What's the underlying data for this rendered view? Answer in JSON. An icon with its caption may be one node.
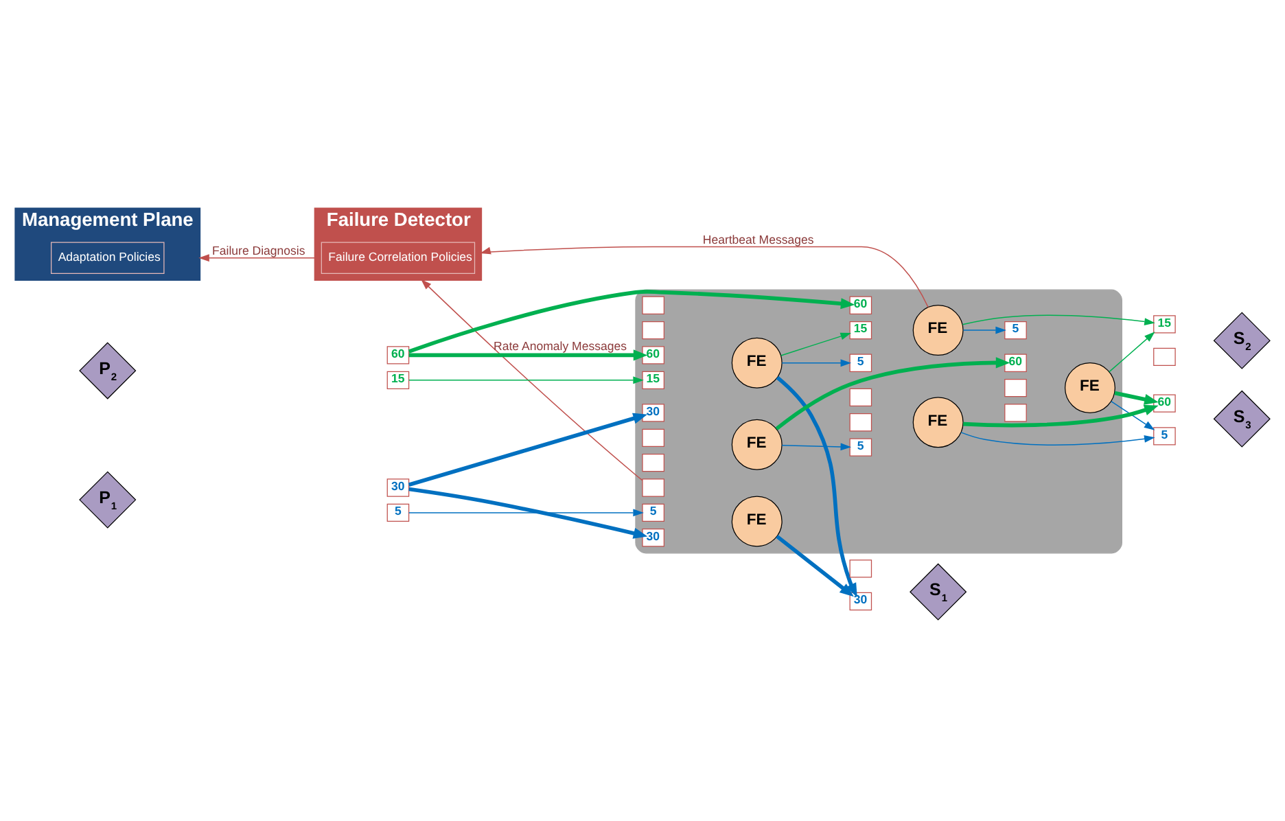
{
  "diagram": {
    "nodes": [
      {
        "text": [
          "Management Plane"
        ]
      },
      {
        "text": [
          "Adaptation Policies"
        ],
        "in": 0
      },
      {
        "text": [
          "Failure Detector"
        ]
      },
      {
        "text": [
          "Failure Correlation Policies"
        ],
        "in": 2
      },
      {
        "text": [
          "P$_{1}$"
        ]
      },
      {
        "text": [
          "30"
        ]
      },
      {
        "text": [
          "5"
        ]
      },
      {
        "text": [
          "P$_{2}$"
        ]
      },
      {
        "text": [
          "15"
        ]
      },
      {
        "text": [
          "60"
        ]
      },
      {
        "text": [],
        "shape": "cloud"
      },
      {
        "text": [
          "FE"
        ],
        "in": 10
      },
      {
        "text": [],
        "shape": "box",
        "in": 10
      },
      {
        "text": [
          "30"
        ],
        "in": 10
      },
      {
        "text": [
          "FE"
        ],
        "in": 10
      },
      {
        "text": [],
        "shape": "box",
        "in": 10
      },
      {
        "text": [
          "30"
        ],
        "in": 10
      },
      {
        "text": [
          "15"
        ],
        "in": 10
      },
      {
        "text": [],
        "shape": "box",
        "in": 10
      },
      {
        "text": [
          "FE"
        ],
        "in": 10
      },
      {
        "text": [
          "15"
        ],
        "in": 10
      },
      {
        "text": [
          "5"
        ],
        "in": 10
      },
      {
        "text": [
          "FE"
        ],
        "in": 10
      },
      {
        "text": [],
        "shape": "box",
        "in": 10
      },
      {
        "text": [
          "5"
        ],
        "in": 10
      },
      {
        "text": [
          "60"
        ],
        "in": 10
      },
      {
        "text": [],
        "shape": "box",
        "in": 10
      },
      {
        "text": [
          "FE"
        ],
        "in": 10
      },
      {
        "text": [],
        "shape": "box",
        "in": 10
      },
      {
        "text": [
          "5"
        ],
        "in": 10
      },
      {
        "text": [
          "60"
        ],
        "in": 10
      },
      {
        "text": [],
        "shape": "box",
        "in": 10
      },
      {
        "text": [
          "FE"
        ],
        "in": 10
      },
      {
        "text": [],
        "shape": "box",
        "in": 10
      },
      {
        "text": [
          "5"
        ],
        "in": 10
      },
      {
        "text": [
          "60"
        ],
        "in": 10
      },
      {
        "text": [],
        "shape": "box",
        "in": 10
      },
      {
        "text": [
          "S$_{1}$"
        ]
      },
      {
        "text": [],
        "shape": "box"
      },
      {
        "text": [
          "30"
        ]
      },
      {
        "text": [
          "S$_{2}$"
        ]
      },
      {
        "text": [
          "15"
        ]
      },
      {
        "text": [],
        "shape": "box"
      },
      {
        "text": [
          "S$_{3}$"
        ]
      },
      {
        "text": [
          "60"
        ]
      },
      {
        "text": [
          "5"
        ]
      }
    ],
    "edges": [
      {
        "from": 5,
        "to": 13,
        "arrow": "to",
        "style": "thick",
        "color": "#0070c0"
      },
      {
        "from": 5,
        "to": 16,
        "arrow": "to",
        "style": "thick",
        "color": "#0070c0"
      },
      {
        "from": 6,
        "to": 24,
        "arrow": "to",
        "color": "#0070c0"
      },
      {
        "from": 8,
        "to": 17,
        "arrow": "to",
        "color": "#00b050"
      },
      {
        "from": 9,
        "to": 25,
        "arrow": "to",
        "style": "thick",
        "color": "#00b050"
      },
      {
        "from": 9,
        "to": 35,
        "arrow": "to",
        "style": "thick",
        "color": "#00b050"
      },
      {
        "from": 11,
        "to": 39,
        "arrow": "to",
        "style": "thick",
        "color": "#0070c0"
      },
      {
        "from": 14,
        "to": 39,
        "arrow": "to",
        "style": "thick",
        "color": "#0070c0"
      },
      {
        "from": 14,
        "to": 20,
        "arrow": "to",
        "color": "#00b050"
      },
      {
        "from": 14,
        "to": 21,
        "arrow": "to",
        "color": "#0070c0"
      },
      {
        "from": 19,
        "to": 41,
        "arrow": "to",
        "color": "#00b050"
      },
      {
        "from": 19,
        "to": 29,
        "arrow": "to",
        "color": "#0070c0"
      },
      {
        "from": 22,
        "to": 30,
        "arrow": "to",
        "style": "thick",
        "color": "#00b050"
      },
      {
        "from": 22,
        "to": 34,
        "arrow": "to",
        "color": "#0070c0"
      },
      {
        "from": 27,
        "to": 41,
        "arrow": "to",
        "color": "#00b050"
      },
      {
        "from": 27,
        "to": 44,
        "arrow": "to",
        "style": "thick",
        "color": "#00b050"
      },
      {
        "from": 27,
        "to": 45,
        "arrow": "to",
        "color": "#0070c0"
      },
      {
        "from": 32,
        "to": 44,
        "arrow": "to",
        "style": "thick",
        "color": "#00b050"
      },
      {
        "from": 32,
        "to": 45,
        "arrow": "to",
        "color": "#0070c0"
      },
      {
        "from": 12,
        "to": 2,
        "arrow": "to",
        "label": "Rate Anomaly Messages",
        "color": "#c0504d"
      },
      {
        "from": 19,
        "to": 2,
        "arrow": "to",
        "label": "Heartbeat Messages",
        "color": "#c0504d"
      },
      {
        "from": 2,
        "to": 0,
        "arrow": "to",
        "label": "Failure Diagnosis",
        "color": "#c0504d"
      }
    ]
  }
}
